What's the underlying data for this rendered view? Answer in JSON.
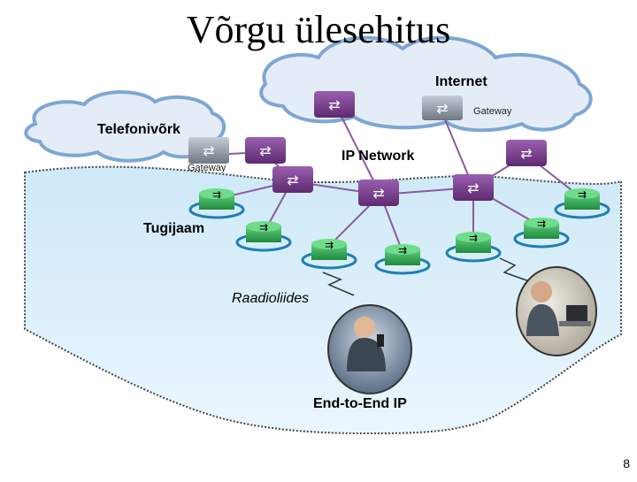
{
  "title": "Võrgu ülesehitus",
  "labels": {
    "internet": "Internet",
    "gateway_internet": "Gateway",
    "telefonivork": "Telefonivõrk",
    "gateway_phone": "Gateway",
    "ip_network": "IP Network",
    "tugijaam": "Tugijaam",
    "raadioliides": "Raadioliides",
    "end_to_end": "End-to-End IP"
  },
  "page_number": "8",
  "colors": {
    "cloud_fill": "#e4edf7",
    "cloud_stroke": "#7da6d6",
    "region_fill": "#d6eefa",
    "router_purple": "#7a3c8c",
    "router_gray": "#8c96a3",
    "station_green": "#3aa85a",
    "station_blue": "#1f7fb5",
    "link": "#8a5a9e"
  },
  "icons": {
    "router": "router-icon",
    "gateway": "gateway-icon",
    "base_station": "base-station-icon",
    "radio_link": "lightning-icon",
    "user_phone": "phone-user-photo",
    "user_laptop": "laptop-user-photo"
  }
}
